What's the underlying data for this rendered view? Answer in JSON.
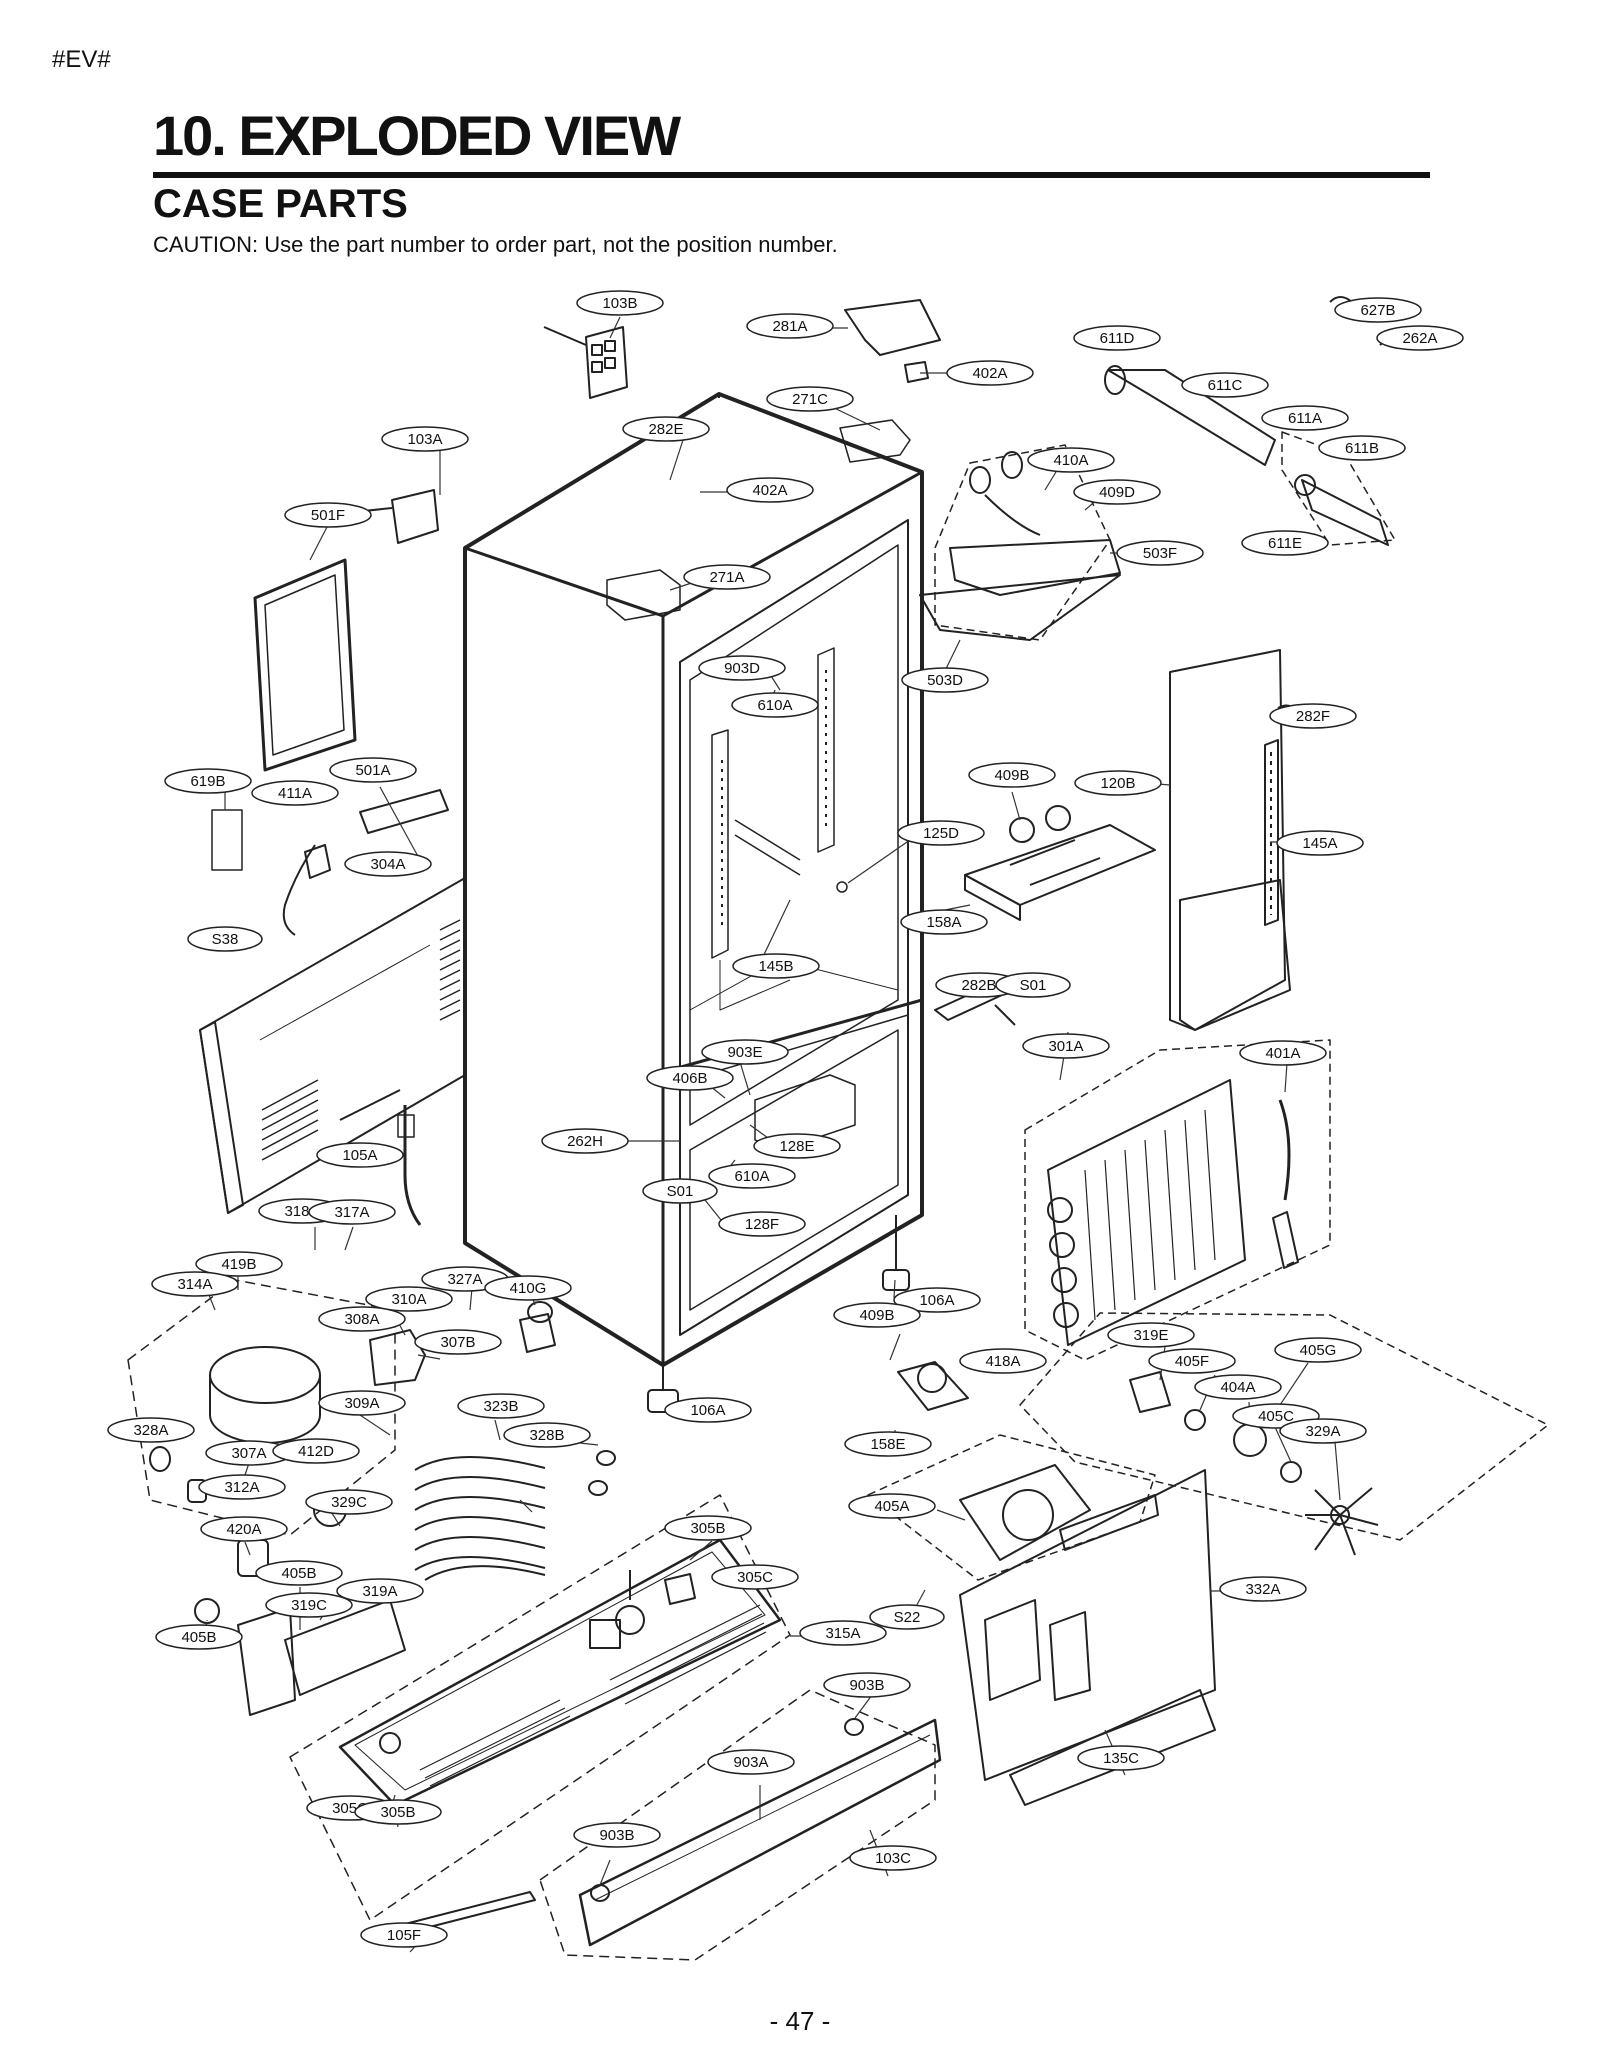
{
  "page": {
    "tag": "#EV#",
    "title": "10. EXPLODED VIEW",
    "subtitle": "CASE PARTS",
    "caution": "CAUTION: Use the part number to order part, not the position number.",
    "page_number": "- 47 -"
  },
  "callouts": [
    "103B",
    "281A",
    "402A",
    "627B",
    "262A",
    "611D",
    "611C",
    "611A",
    "611B",
    "611E",
    "271C",
    "282E",
    "103A",
    "402A",
    "410A",
    "409D",
    "503F",
    "501F",
    "271A",
    "503D",
    "903D",
    "610A",
    "282F",
    "120B",
    "145A",
    "501A",
    "619B",
    "411A",
    "409B",
    "125D",
    "304A",
    "158A",
    "S38",
    "145B",
    "282B",
    "S01",
    "301A",
    "401A",
    "903E",
    "406B",
    "262H",
    "128E",
    "610A",
    "105A",
    "S01",
    "128F",
    "318A",
    "317A",
    "106A",
    "419B",
    "314A",
    "327A",
    "410G",
    "310A",
    "308A",
    "307B",
    "409B",
    "418A",
    "319E",
    "405G",
    "405F",
    "404A",
    "106A",
    "309A",
    "323B",
    "328A",
    "328B",
    "405C",
    "329A",
    "307A",
    "412D",
    "158E",
    "312A",
    "405A",
    "329C",
    "420A",
    "305B",
    "305C",
    "332A",
    "405B",
    "319A",
    "319C",
    "405B",
    "S22",
    "315A",
    "903B",
    "903A",
    "135C",
    "305C",
    "305B",
    "903B",
    "103C",
    "105F"
  ]
}
